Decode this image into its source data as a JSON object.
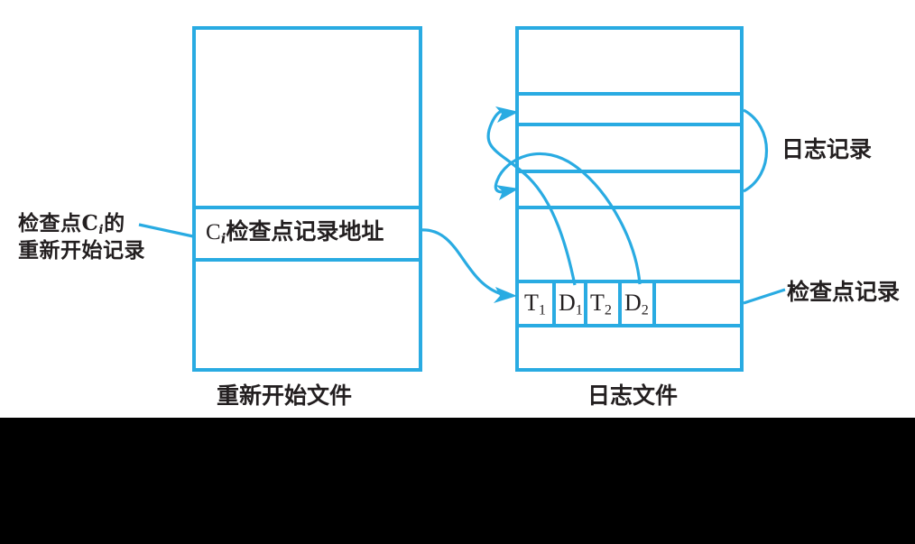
{
  "figure": {
    "title_caption_left": "重新开始文件",
    "title_caption_right": "日志文件",
    "stroke_color": "#29ABE2",
    "text_color": "#231f20",
    "background": "#FFFFFF",
    "band_color": "#000000"
  },
  "restart_file": {
    "caption": "重新开始文件",
    "highlighted_cell_text_prefix": "C",
    "highlighted_cell_text_sub": "i",
    "highlighted_cell_text_suffix": "检查点记录地址",
    "annotation": {
      "line1_prefix": "检查点C",
      "line1_sub": "i",
      "line1_suffix": "的",
      "line2": "重新开始记录"
    }
  },
  "log_file": {
    "caption": "日志文件",
    "log_records_label": "日志记录",
    "checkpoint_record_label": "检查点记录",
    "checkpoint_cells": [
      {
        "base": "T",
        "sub": "1"
      },
      {
        "base": "D",
        "sub": "1"
      },
      {
        "base": "T",
        "sub": "2"
      },
      {
        "base": "D",
        "sub": "2"
      },
      {
        "base": "",
        "sub": ""
      }
    ]
  }
}
